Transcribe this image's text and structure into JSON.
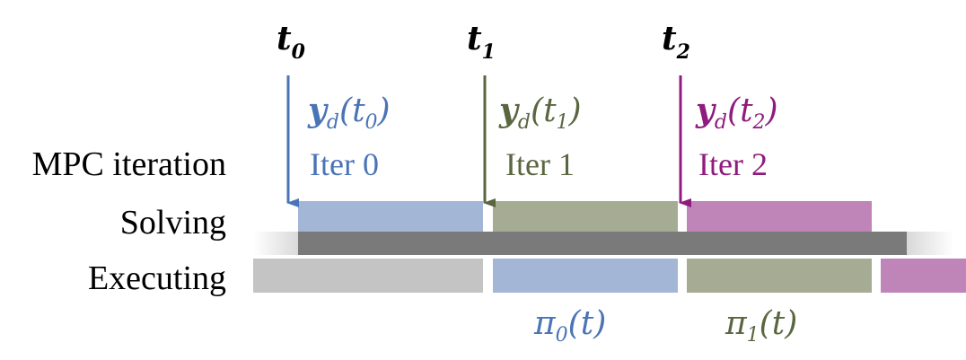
{
  "row_labels": {
    "mpc_iteration": "MPC iteration",
    "solving": "Solving",
    "executing": "Executing"
  },
  "time_markers": [
    {
      "name": "t",
      "sub": "0"
    },
    {
      "name": "t",
      "sub": "1"
    },
    {
      "name": "t",
      "sub": "2"
    }
  ],
  "references": [
    {
      "name": "y",
      "sub": "d",
      "arg": "t",
      "arg_sub": "0"
    },
    {
      "name": "y",
      "sub": "d",
      "arg": "t",
      "arg_sub": "1"
    },
    {
      "name": "y",
      "sub": "d",
      "arg": "t",
      "arg_sub": "2"
    }
  ],
  "iterations": [
    "Iter 0",
    "Iter 1",
    "Iter 2"
  ],
  "policies": [
    {
      "name": "π",
      "sub": "0",
      "arg": "t"
    },
    {
      "name": "π",
      "sub": "1",
      "arg": "t"
    }
  ],
  "colors": {
    "iter0": "#4a74b6",
    "iter1": "#5a6640",
    "iter2": "#8f1b7e",
    "iter0_fill": "#a3b6d6",
    "iter1_fill": "#a6ab94",
    "iter2_fill": "#bf84b8",
    "timeline": "#7a7a7a",
    "executing_prev": "#c4c4c4"
  }
}
